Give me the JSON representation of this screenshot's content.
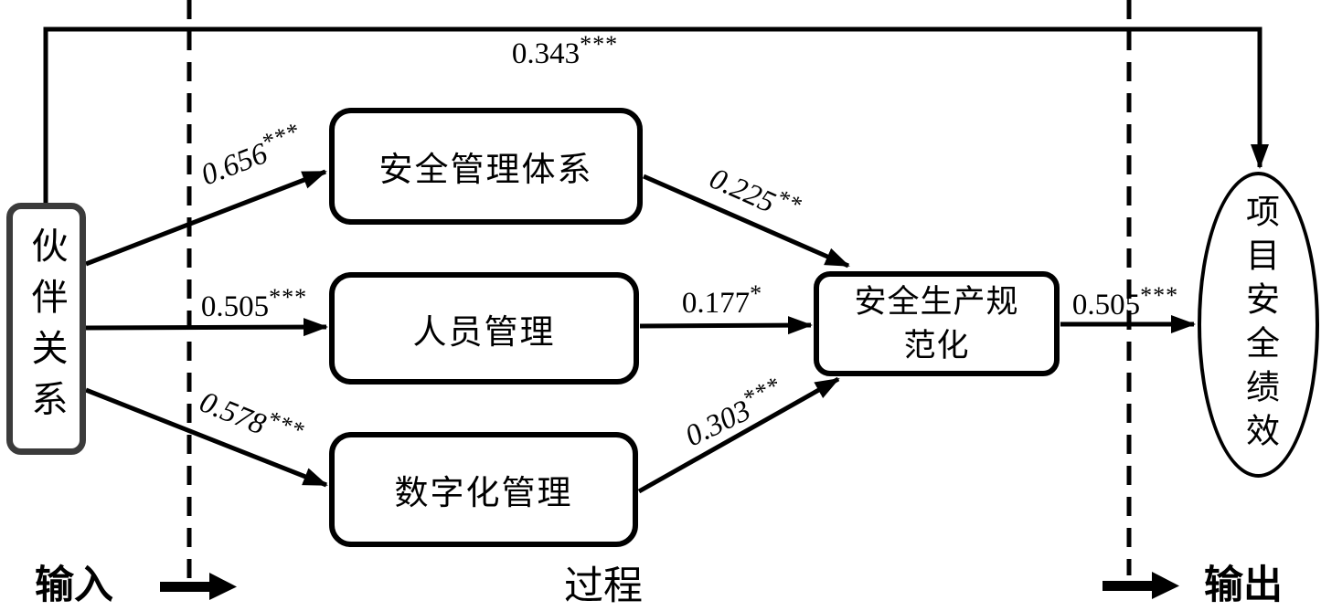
{
  "diagram": {
    "nodes": {
      "partner": {
        "label": "伙伴关系"
      },
      "safety_system": {
        "label": "安全管理体系"
      },
      "personnel": {
        "label": "人员管理"
      },
      "digital": {
        "label": "数字化管理"
      },
      "standardization": {
        "label": "安全生产规\n范化"
      },
      "performance": {
        "label": "项目安全绩效"
      }
    },
    "coefficients": {
      "partner_to_performance": {
        "value": "0.343",
        "stars": "***"
      },
      "partner_to_safety_system": {
        "value": "0.656",
        "stars": "***"
      },
      "partner_to_personnel": {
        "value": "0.505",
        "stars": "***"
      },
      "partner_to_digital": {
        "value": "0.578",
        "stars": "***"
      },
      "safety_system_to_standard": {
        "value": "0.225",
        "stars": "**"
      },
      "personnel_to_standard": {
        "value": "0.177",
        "stars": "*"
      },
      "digital_to_standard": {
        "value": "0.303",
        "stars": "***"
      },
      "standard_to_performance": {
        "value": "0.505",
        "stars": "***"
      }
    },
    "stages": {
      "input": "输入",
      "process": "过程",
      "output": "输出"
    },
    "colors": {
      "line": "#000000",
      "partner_border": "#3b3b3b",
      "background": "#ffffff"
    }
  }
}
